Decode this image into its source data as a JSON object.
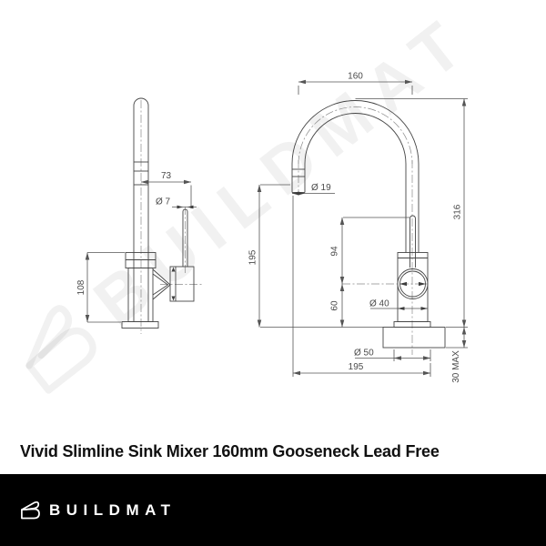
{
  "colors": {
    "background": "#ffffff",
    "line": "#454545",
    "dimension_text": "#4a4a4a",
    "footer_bg": "#000000",
    "footer_text": "#ffffff",
    "watermark": "rgba(0,0,0,0.055)"
  },
  "watermark": {
    "brand": "BUILDMAT"
  },
  "drawing": {
    "side_view": {
      "handle_projection": "73",
      "lever_diameter": "Ø 7",
      "body_height": "108"
    },
    "front_view": {
      "spout_width": "160",
      "spout_diameter": "Ø 19",
      "overall_height": "316",
      "outlet_clearance": "195",
      "lever_top_height": "94",
      "body_centre_height": "60",
      "body_diameter": "Ø 40",
      "base_diameter": "Ø 50",
      "overall_projection": "195",
      "bench_thickness": "30 MAX"
    }
  },
  "caption": {
    "title": "Vivid Slimline Sink Mixer 160mm Gooseneck Lead Free"
  },
  "footer": {
    "brand": "BUILDMAT"
  }
}
